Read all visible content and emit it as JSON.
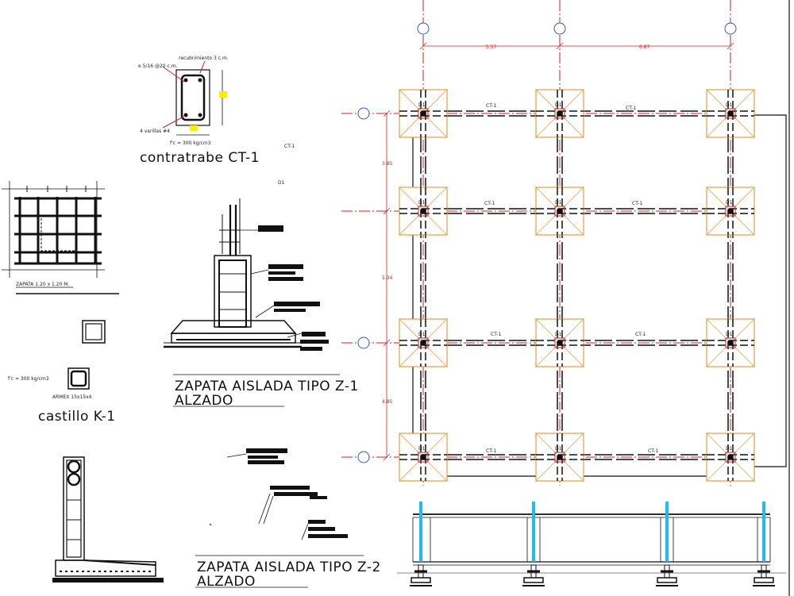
{
  "plan": {
    "grid_dims_x": [
      "5.57",
      "6.87"
    ],
    "grid_dims_y": [
      "3.85",
      "5.34",
      "4.85"
    ],
    "footing_label": "D1",
    "beam_label": "CT-1",
    "colors": {
      "footing": "#e0a040",
      "axis": "#cc2222",
      "bubble": "#3355cc",
      "column": "#cc2222",
      "elevation_column": "#22bbee"
    }
  },
  "contratrabe": {
    "title": "contratrabe CT-1",
    "note_cover": "recubrimiento 3 c.m.",
    "note_stirrup": "e 5/16 @20 c.m.",
    "note_bars": "4 varillas #4",
    "note_concrete": "f'c = 300 kg/cm3"
  },
  "loose_labels": {
    "ct1": "CT-1",
    "d1": "D1"
  },
  "zapata_plan": {
    "label": "ZAPATA 1.20 x 1.20 M."
  },
  "castillo": {
    "title": "castillo K-1",
    "concrete": "f'c = 300 kg/cm3",
    "armex": "ARMEX 15x15x4"
  },
  "z1": {
    "title": "ZAPATA AISLADA TIPO Z-1",
    "subtitle": "ALZADO"
  },
  "z2": {
    "title": "ZAPATA AISLADA TIPO Z-2",
    "subtitle": "ALZADO"
  }
}
